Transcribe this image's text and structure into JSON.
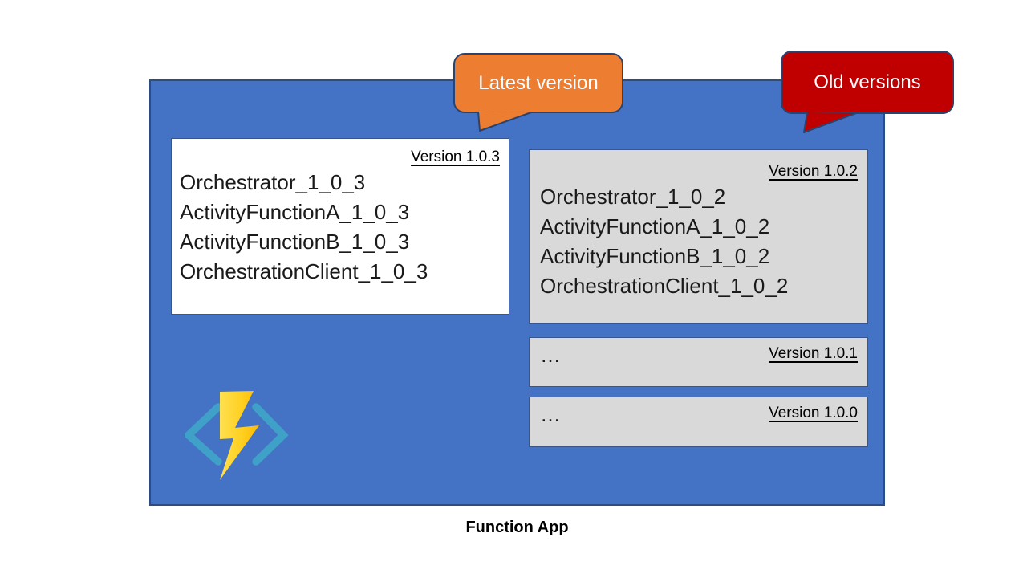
{
  "footer_label": "Function App",
  "callouts": {
    "latest": {
      "label": "Latest version",
      "fill": "#ED7D31"
    },
    "old": {
      "label": "Old versions",
      "fill": "#C00000"
    }
  },
  "function_app": {
    "latest_version_box": {
      "version_label": "Version 1.0.3",
      "functions": [
        "Orchestrator_1_0_3",
        "ActivityFunctionA_1_0_3",
        "ActivityFunctionB_1_0_3",
        "OrchestrationClient_1_0_3"
      ]
    },
    "old_version_box": {
      "version_label": "Version 1.0.2",
      "functions": [
        "Orchestrator_1_0_2",
        "ActivityFunctionA_1_0_2",
        "ActivityFunctionB_1_0_2",
        "OrchestrationClient_1_0_2"
      ]
    },
    "older_version_boxes": [
      {
        "version_label": "Version 1.0.1",
        "placeholder": "…"
      },
      {
        "version_label": "Version 1.0.0",
        "placeholder": "…"
      }
    ]
  },
  "icon": {
    "name": "azure-functions-logo"
  },
  "colors": {
    "container_blue": "#4472C4",
    "container_border": "#2C4C85",
    "latest_box_bg": "#FFFFFF",
    "old_box_bg": "#D9D9D9",
    "box_border": "#3B548C",
    "callout_latest_fill": "#ED7D31",
    "callout_old_fill": "#C00000",
    "callout_border": "#2A436F",
    "bolt_yellow_light": "#FFDF43",
    "bolt_yellow_dark": "#FFB900",
    "chevron_teal": "#3FA0C8"
  }
}
